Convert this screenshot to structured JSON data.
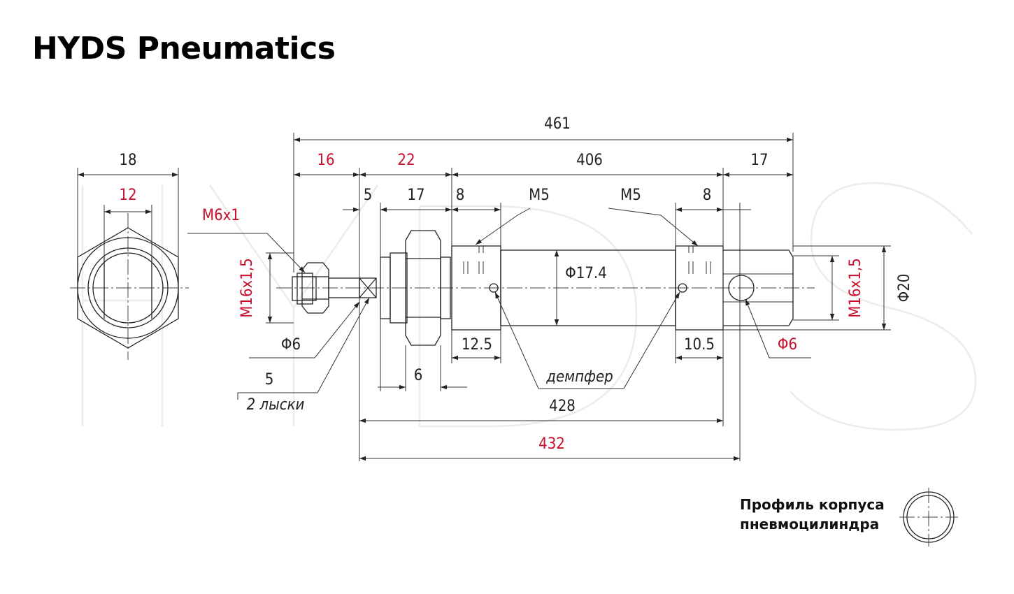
{
  "header": {
    "title": "HYDS Pneumatics"
  },
  "watermark": {
    "text": "HYDS"
  },
  "colors": {
    "dimension_black": "#222222",
    "dimension_red": "#c8102e",
    "line": "#222222",
    "watermark": "#ececec"
  },
  "dimensions": {
    "overall_length": "461",
    "d16": "16",
    "d22": "22",
    "d406": "406",
    "d17_top": "17",
    "d5": "5",
    "d17": "17",
    "d8_left": "8",
    "m5_left": "M5",
    "m5_right": "M5",
    "d8_right": "8",
    "phi17_4": "Φ17.4",
    "d12_5": "12.5",
    "d10_5": "10.5",
    "d6": "6",
    "d428": "428",
    "d432": "432",
    "phi20": "Φ20",
    "m16_right": "M16x1,5",
    "phi6_right": "Φ6"
  },
  "side_view": {
    "d18": "18",
    "d12": "12",
    "m6x1": "M6x1",
    "m16_left": "M16x1,5",
    "phi6_left": "Φ6",
    "d5_flats": "5",
    "flats_note": "2 лыски"
  },
  "notes": {
    "damper": "демпфер"
  },
  "caption": {
    "line1": "Профиль корпуса",
    "line2": "пневмоцилиндра"
  }
}
